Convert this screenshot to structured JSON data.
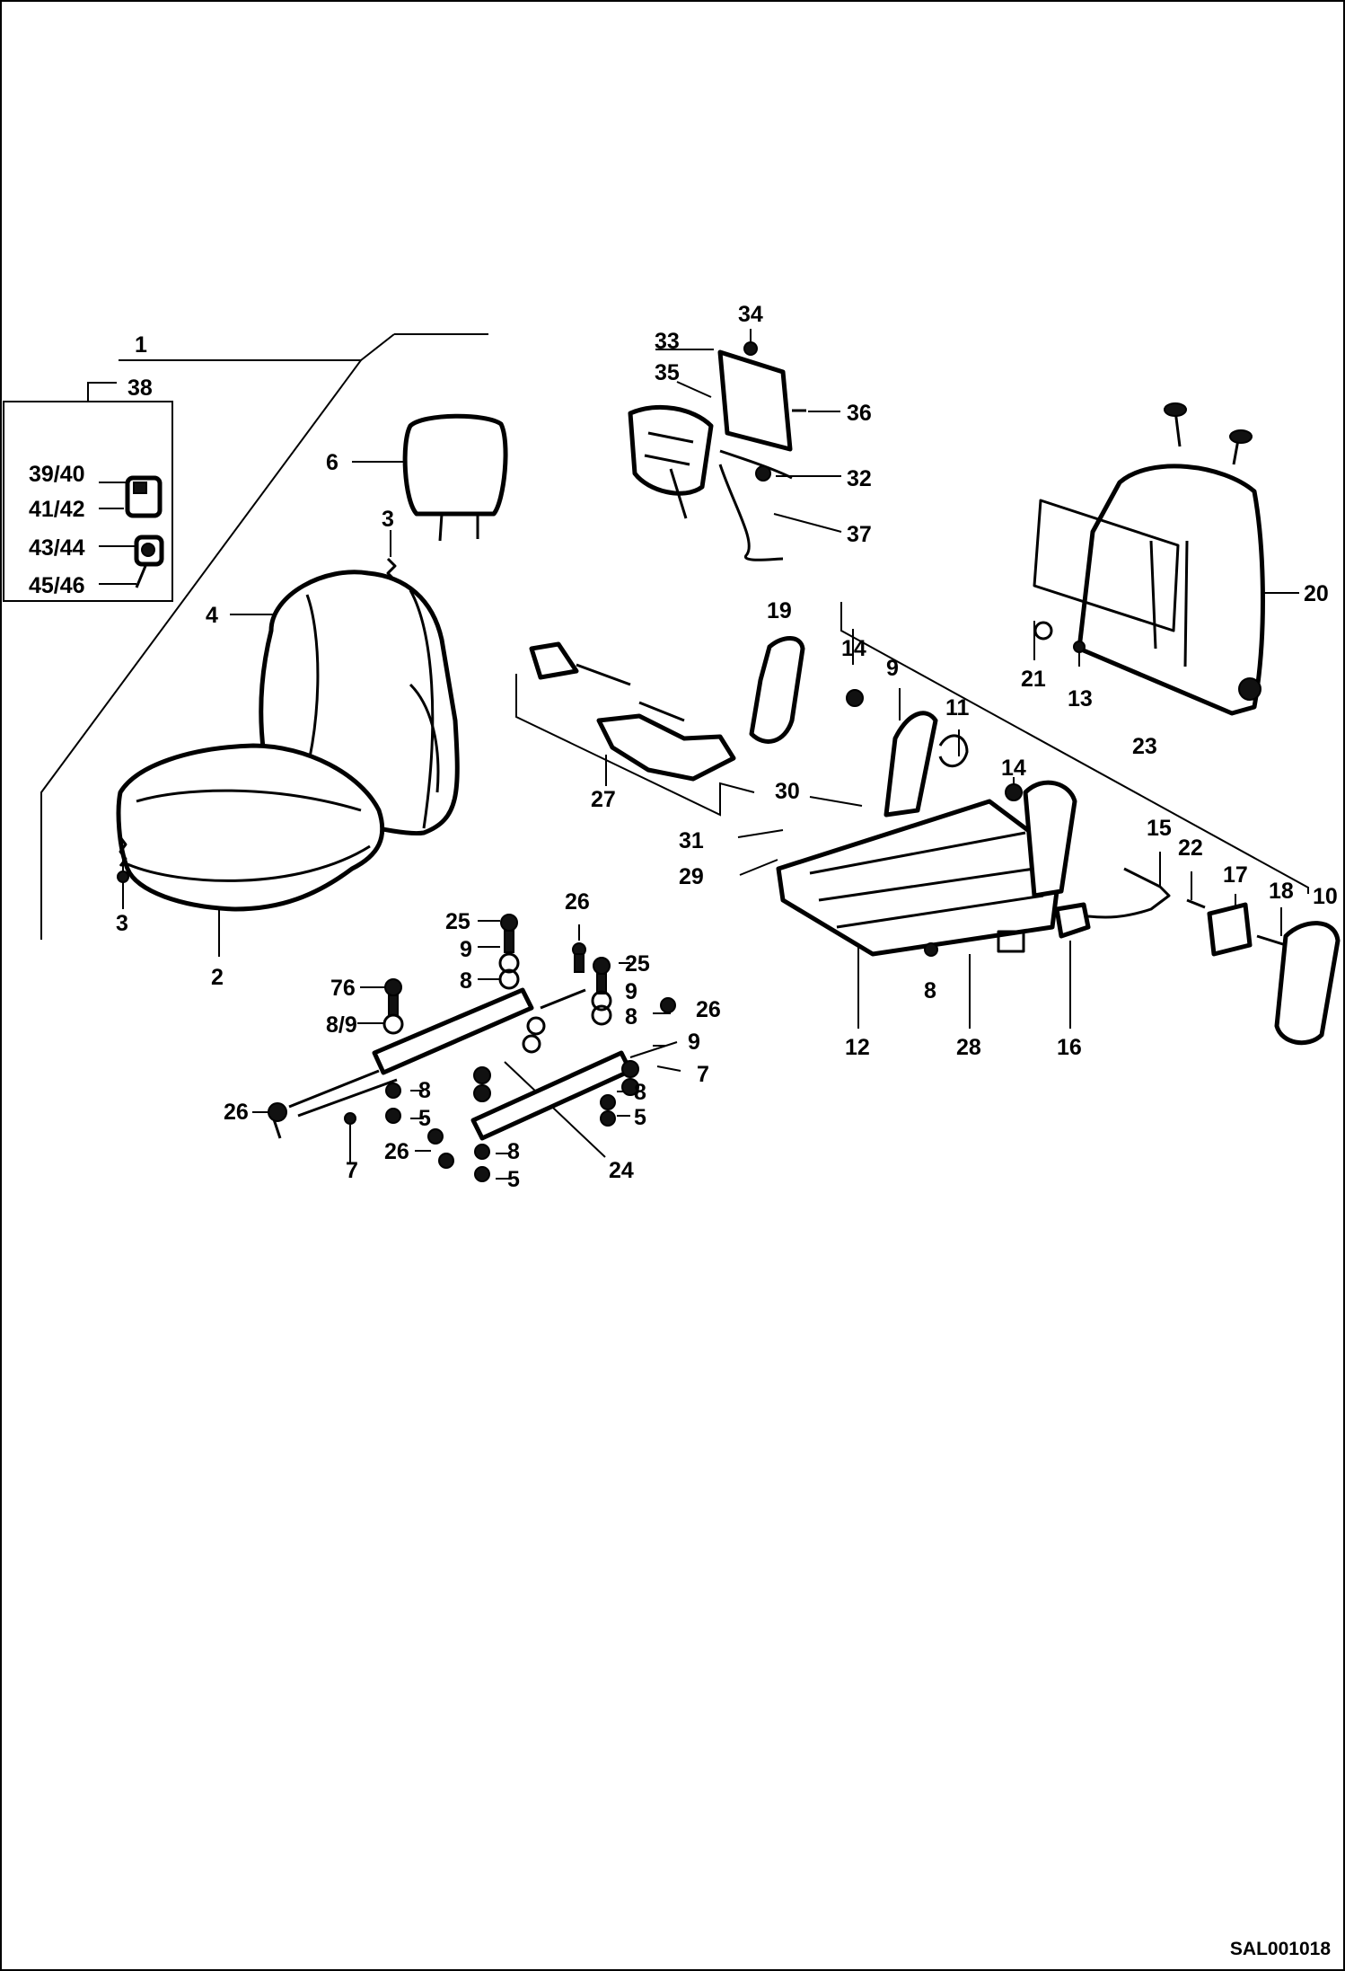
{
  "drawing_id": "SAL001018",
  "labels": {
    "l1": "1",
    "l38": "38",
    "l39": "39/40",
    "l41": "41/42",
    "l43": "43/44",
    "l45": "45/46",
    "l6": "6",
    "l3a": "3",
    "l4": "4",
    "l3b": "3",
    "l2": "2",
    "l34": "34",
    "l33": "33",
    "l35": "35",
    "l36": "36",
    "l32": "32",
    "l37": "37",
    "l20": "20",
    "l21": "21",
    "l13": "13",
    "l19": "19",
    "l14a": "14",
    "l9a": "9",
    "l11": "11",
    "l14b": "14",
    "l23": "23",
    "l30": "30",
    "l27": "27",
    "l31": "31",
    "l29": "29",
    "l15": "15",
    "l22": "22",
    "l17": "17",
    "l18": "18",
    "l10": "10",
    "l8c": "8",
    "l12": "12",
    "l28": "28",
    "l16": "16",
    "l25a": "25",
    "l26a": "26",
    "l9b": "9",
    "l8a": "8",
    "l25b": "25",
    "l76": "76",
    "l9c": "9",
    "l26b": "26",
    "l89": "8/9",
    "l8b": "8",
    "l9d": "9",
    "l7a": "7",
    "l8d": "8",
    "l5a": "5",
    "l8e": "8",
    "l5b": "5",
    "l26c": "26",
    "l26d": "26",
    "l8f": "8",
    "l7b": "7",
    "l5c": "5",
    "l24": "24"
  }
}
